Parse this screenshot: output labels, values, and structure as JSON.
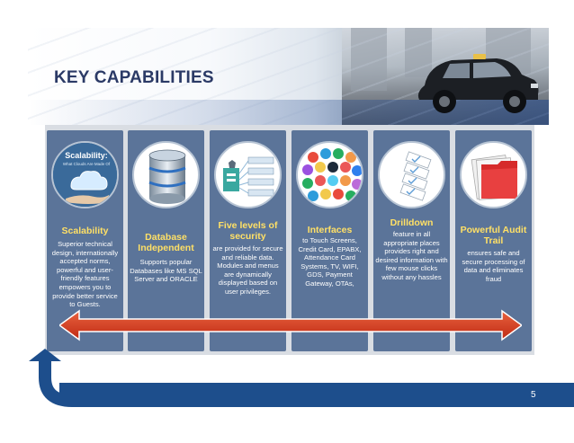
{
  "slide": {
    "title": "KEY CAPABILITIES",
    "page_number": "5"
  },
  "colors": {
    "title": "#2b3a66",
    "column_bg": "#5b7499",
    "column_title": "#ffe066",
    "footer_bar": "#1d4e8c",
    "arrow": "#d2361d"
  },
  "columns": [
    {
      "icon": "cloud-scalability-icon",
      "icon_caption": "Scalability:",
      "icon_subcaption": "What Clouds Are Made Of",
      "title": "Scalability",
      "body": "Superior technical design, internationally accepted norms, powerful and user-friendly features empowers you to provide better service to Guests."
    },
    {
      "icon": "database-icon",
      "title": "Database Independent",
      "body": "Supports popular Databases like MS SQL Server and ORACLE"
    },
    {
      "icon": "security-levels-icon",
      "title": "Five levels of security",
      "body": "are provided for secure and reliable data. Modules and menus are dynamically displayed based on user privileges."
    },
    {
      "icon": "interfaces-icon",
      "title": "Interfaces",
      "body": "to Touch Screens, Credit Card, EPABX, Attendance Card Systems, TV, WIFI, GDS, Payment Gateway, OTAs,"
    },
    {
      "icon": "drilldown-icon",
      "title": "Drilldown",
      "body": "feature in all appropriate places provides right and desired information with few mouse clicks without any hassles"
    },
    {
      "icon": "audit-folder-icon",
      "title": "Powerful Audit Trail",
      "body": "ensures safe and secure processing of data and eliminates fraud"
    }
  ]
}
